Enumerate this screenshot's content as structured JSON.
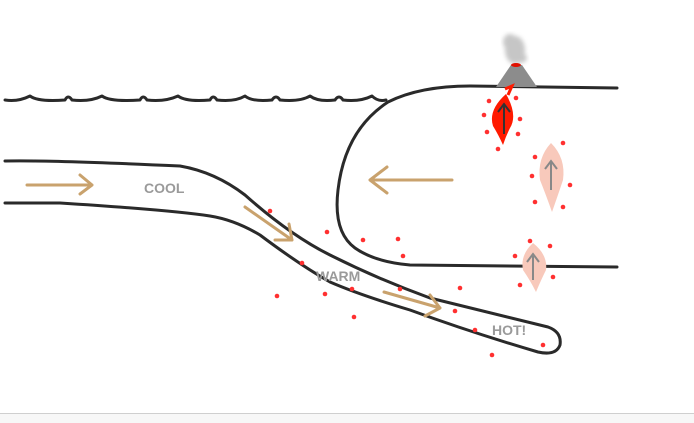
{
  "diagram": {
    "labels": {
      "cool": "COOL",
      "warm": "WARM",
      "hot": "HOT!"
    },
    "colors": {
      "outline": "#2a2a2a",
      "flow_arrow": "#c9a26d",
      "magma_hot": "#ff1a00",
      "magma_rising": "#f8c9bb",
      "heat_dot": "#ff3030",
      "label": "#9a9a9a",
      "volcano": "#8c8c8c"
    }
  }
}
